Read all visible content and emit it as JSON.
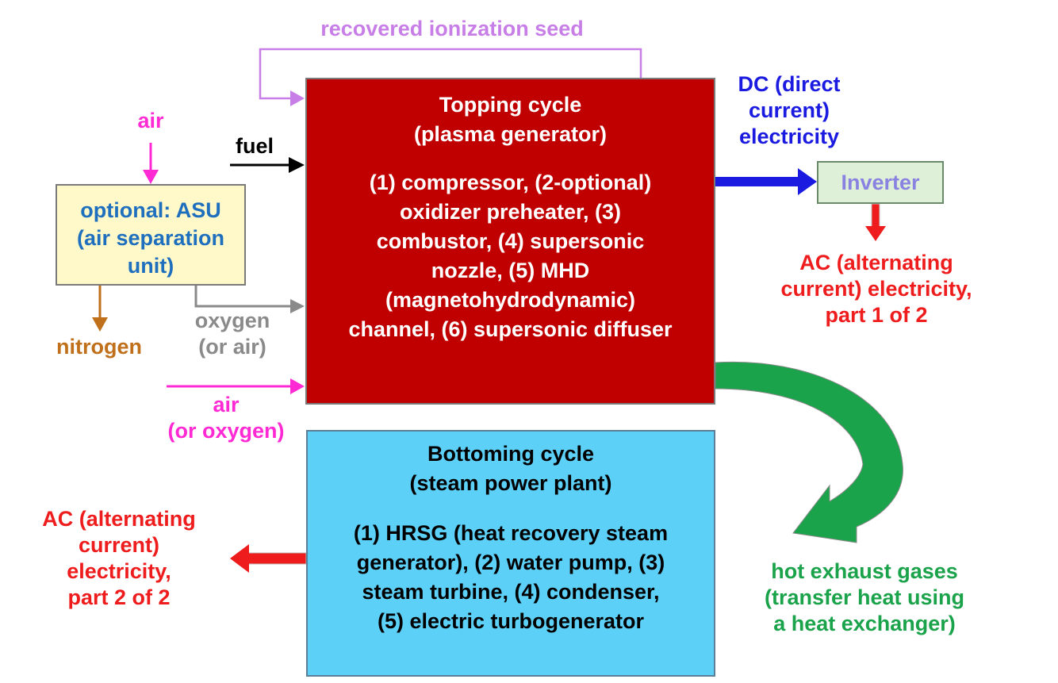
{
  "recovered_seed": "recovered ionization seed",
  "topping": {
    "title": [
      "Topping cycle",
      "(plasma generator)"
    ],
    "body": [
      "(1) compressor, (2-optional)",
      "oxidizer preheater, (3)",
      "combustor, (4) supersonic",
      "nozzle, (5) MHD",
      "(magnetohydrodynamic)",
      "channel, (6) supersonic diffuser"
    ],
    "color": "#c00000"
  },
  "bottoming": {
    "title": [
      "Bottoming cycle",
      "(steam power plant)"
    ],
    "body": [
      "(1) HRSG (heat recovery steam",
      "generator), (2) water pump, (3)",
      "steam turbine, (4) condenser,",
      "(5) electric turbogenerator"
    ],
    "color": "#5dd0f8"
  },
  "asu": {
    "lines": [
      "optional: ASU",
      "(air separation",
      "unit)"
    ],
    "color": "#fff8c8"
  },
  "inverter": {
    "label": "Inverter"
  },
  "labels": {
    "air_top": "air",
    "fuel": "fuel",
    "nitrogen": "nitrogen",
    "oxygen": [
      "oxygen",
      "(or air)"
    ],
    "air_bottom": [
      "air",
      "(or oxygen)"
    ],
    "dc": [
      "DC (direct",
      "current)",
      "electricity"
    ],
    "ac1": [
      "AC (alternating",
      "current) electricity,",
      "part 1 of 2"
    ],
    "ac2": [
      "AC (alternating",
      "current)",
      "electricity,",
      "part 2 of 2"
    ],
    "exhaust": [
      "hot exhaust gases",
      "(transfer heat using",
      "a heat exchanger)"
    ]
  },
  "colors": {
    "seed": "#c77ee6",
    "air": "#ff2ad4",
    "nitrogen": "#c0701a",
    "oxygen": "#8a8a8a",
    "dc": "#1a1ae0",
    "ac": "#ee1c1c",
    "exhaust": "#1aa34a"
  }
}
